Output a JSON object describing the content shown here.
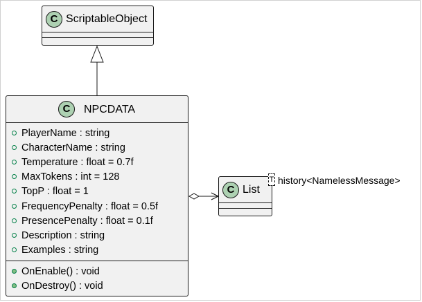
{
  "scriptable_object": {
    "badge": "C",
    "name": "ScriptableObject"
  },
  "npcdata": {
    "badge": "C",
    "name": "NPCDATA",
    "fields": [
      "PlayerName : string",
      "CharacterName : string",
      "Temperature : float = 0.7f",
      "MaxTokens : int = 128",
      "TopP : float = 1",
      "FrequencyPenalty : float = 0.5f",
      "PresencePenalty : float = 0.1f",
      "Description : string",
      "Examples : string"
    ],
    "methods": [
      "OnEnable() : void",
      "OnDestroy() : void"
    ]
  },
  "list": {
    "badge": "C",
    "name": "List",
    "type_param": "T"
  },
  "association": {
    "label": "history<NamelessMessage>"
  },
  "colors": {
    "class_fill": "#f1f1f1",
    "border": "#181818",
    "badge_fill": "#add1b2",
    "visibility_green": "#038048",
    "method_dot_fill": "#84be84"
  }
}
